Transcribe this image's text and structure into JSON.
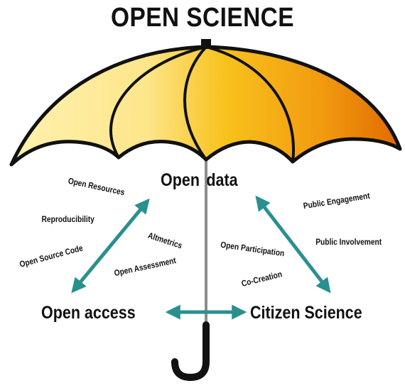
{
  "title": "OPEN SCIENCE",
  "colors": {
    "canopy_light": "#fff2b0",
    "canopy_mid": "#f8c21c",
    "canopy_dark": "#e06a00",
    "arrow": "#2a8f8f",
    "pole": "#8c8c8c",
    "outline": "#111111"
  },
  "nodes": {
    "open_data": "Open data",
    "open_access": "Open access",
    "citizen_science": "Citizen Science"
  },
  "left_terms": {
    "open_resources": "Open Resources",
    "reproducibility": "Reproducibility",
    "open_source_code": "Open Source Code",
    "altmetrics": "Altmetrics",
    "open_assessment": "Open Assessment"
  },
  "right_terms": {
    "public_engagement": "Public Engagement",
    "public_involvement": "Public Involvement",
    "open_participation": "Open Participation",
    "co_creation": "Co-Creation"
  }
}
